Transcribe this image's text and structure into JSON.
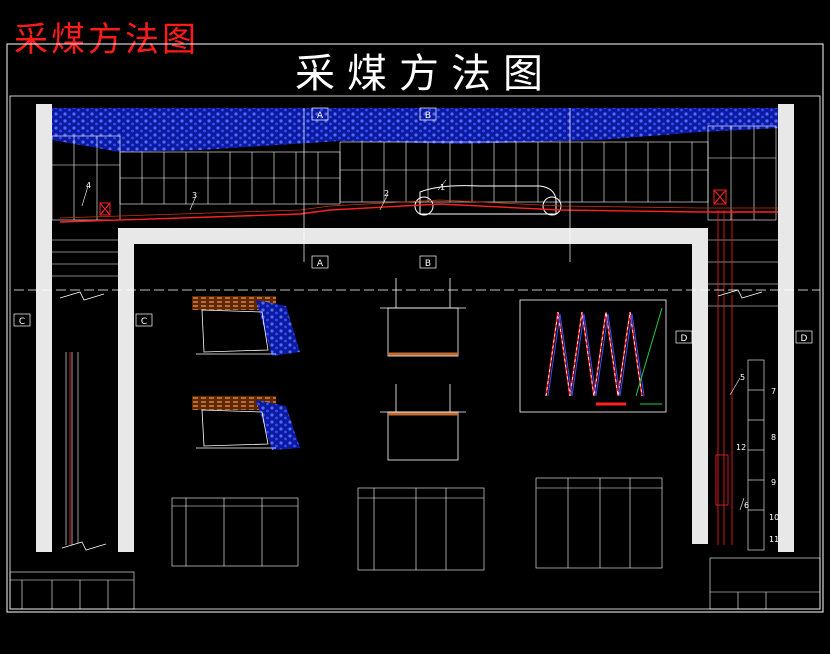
{
  "watermark": "采煤方法图",
  "drawing_title": "采煤方法图",
  "section_marks": {
    "a": "A",
    "b": "B",
    "c": "C",
    "d": "D"
  },
  "callouts": [
    "1",
    "2",
    "3",
    "4",
    "5",
    "6",
    "7",
    "8",
    "9",
    "10",
    "11",
    "12"
  ],
  "colors": {
    "background": "#000000",
    "line": "#ffffff",
    "coal_seam": "#1a2dd6",
    "accent_red": "#ff2020",
    "cable": "#cc3300",
    "pan": "#c46a2a",
    "wall": "#e8e8e8",
    "chart_green": "#22cc44"
  }
}
